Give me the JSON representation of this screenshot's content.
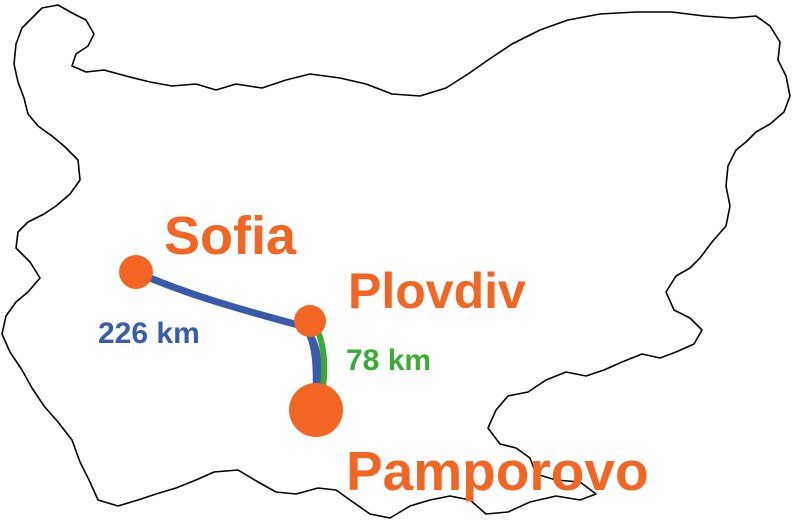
{
  "map": {
    "colors": {
      "outline": "#000000",
      "land": "#ffffff",
      "city": "#f26522",
      "route_sofia_pamporovo": "#3a5ba9",
      "route_plovdiv_pamporovo": "#3aaa35"
    },
    "cities": [
      {
        "id": "sofia",
        "name": "Sofia"
      },
      {
        "id": "plovdiv",
        "name": "Plovdiv"
      },
      {
        "id": "pamporovo",
        "name": "Pamporovo"
      }
    ],
    "routes": [
      {
        "id": "sofia-pamporovo",
        "distance": "226 km"
      },
      {
        "id": "plovdiv-pamporovo",
        "distance": "78 km"
      }
    ]
  }
}
